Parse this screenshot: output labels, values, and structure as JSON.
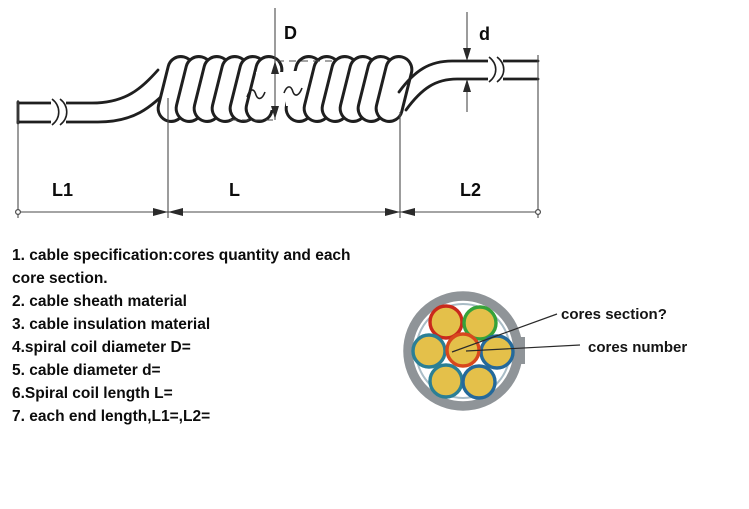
{
  "diagram": {
    "dimension_labels": {
      "coil_diameter": "D",
      "cable_diameter": "d",
      "left_end_length": "L1",
      "coil_length": "L",
      "right_end_length": "L2"
    }
  },
  "spec_list": {
    "lines": [
      "1. cable specification:cores quantity and each",
      "core section.",
      "2. cable sheath material",
      "3. cable insulation material",
      "4.spiral coil diameter D=",
      "5. cable diameter d=",
      "6.Spiral coil length L=",
      "7. each end length,L1=,L2="
    ]
  },
  "cross_section": {
    "labels": {
      "cores_section": "cores section?",
      "cores_number": "cores number"
    },
    "colors": {
      "sheath": "#8f9498",
      "liner": "#a9bcc6",
      "core_fill": "#e4c04a"
    },
    "cores": [
      {
        "position": "upper-left",
        "ring_color": "#c9291c"
      },
      {
        "position": "upper-right",
        "ring_color": "#36a23a"
      },
      {
        "position": "left",
        "ring_color": "#2b7f95"
      },
      {
        "position": "center",
        "ring_color": "#d8481d"
      },
      {
        "position": "right",
        "ring_color": "#24699b"
      },
      {
        "position": "lower-left",
        "ring_color": "#2b7f95"
      },
      {
        "position": "lower-right",
        "ring_color": "#24699b"
      }
    ]
  }
}
